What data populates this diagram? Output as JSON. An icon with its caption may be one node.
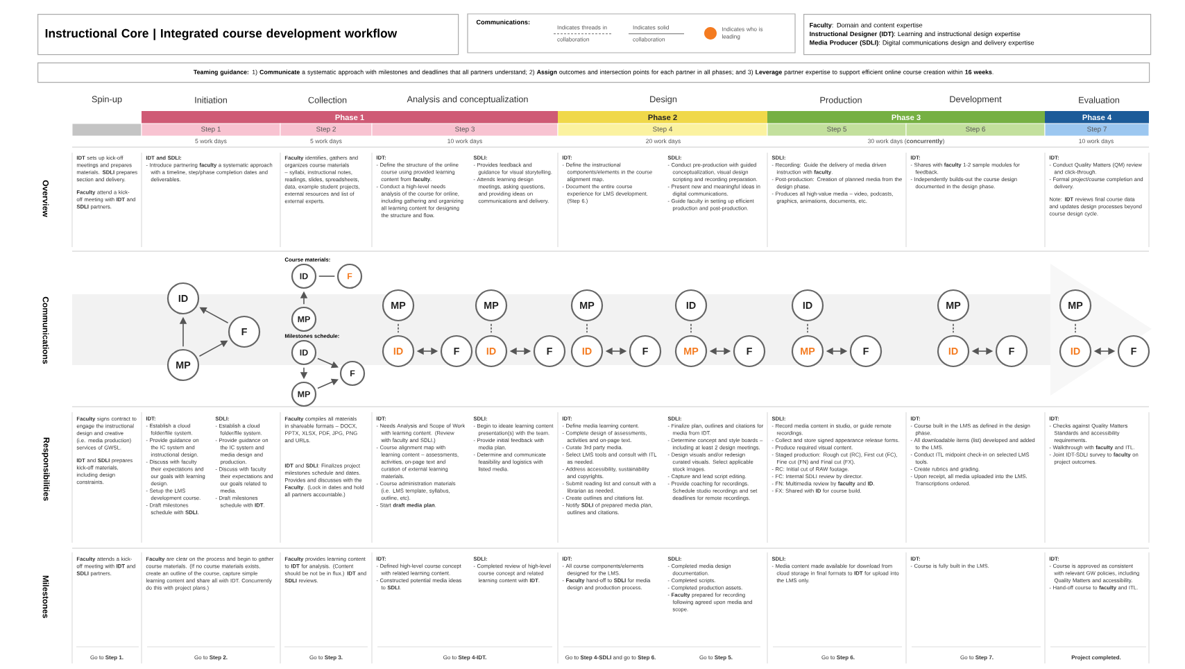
{
  "diagram": {
    "title": "Instructional Core | Integrated course development workflow",
    "nodes": [
      {
        "text": [
          "**Faculty**: Domain and content expertise",
          "**Instructional Designer (IDT)**: Learning and instructional design expertise",
          "**Media Producer (SDLI)**: Digital communications design and delivery expertise"
        ]
      },
      {
        "text": [
          "**Teaming guidance:** 1) **Communicate** a systematic approach with milestones and deadlines that all partners understand; 2) **Assign** outcomes and intersection points for each partner in all phases; and 3) **Leverage** partner expertise to support efficient online course creation within **16 weeks**."
        ]
      },
      {
        "text": [
          "Phase 1"
        ]
      },
      {
        "text": [
          "Phase 2"
        ]
      },
      {
        "text": [
          "Phase 3"
        ]
      },
      {
        "text": [
          "Phase 4"
        ]
      },
      {
        "text": [],
        "shape": "bar"
      },
      {
        "text": [
          "Step 1"
        ]
      },
      {
        "text": [
          "Step 2"
        ]
      },
      {
        "text": [
          "Step 3"
        ]
      },
      {
        "text": [
          "Step 4"
        ]
      },
      {
        "text": [
          "Step 5"
        ]
      },
      {
        "text": [
          "Step 6"
        ]
      },
      {
        "text": [
          "Step 7"
        ]
      },
      {
        "text": [
          "ID"
        ]
      },
      {
        "text": [
          "F"
        ]
      },
      {
        "text": [
          "MP"
        ]
      },
      {
        "text": [
          "ID"
        ]
      },
      {
        "text": [
          "F"
        ]
      },
      {
        "text": [
          "MP"
        ]
      },
      {
        "text": [
          "ID"
        ]
      },
      {
        "text": [
          "F"
        ]
      },
      {
        "text": [
          "MP"
        ]
      },
      {
        "text": [
          "MP"
        ]
      },
      {
        "text": [
          "MP"
        ]
      },
      {
        "text": [
          "MP"
        ]
      },
      {
        "text": [
          "ID"
        ]
      },
      {
        "text": [
          "ID"
        ]
      },
      {
        "text": [
          "MP"
        ]
      },
      {
        "text": [
          "MP"
        ]
      },
      {
        "text": [
          "ID"
        ]
      },
      {
        "text": [
          "F"
        ]
      },
      {
        "text": [
          "ID"
        ]
      },
      {
        "text": [
          "F"
        ]
      },
      {
        "text": [
          "ID"
        ]
      },
      {
        "text": [
          "F"
        ]
      },
      {
        "text": [
          "MP"
        ]
      },
      {
        "text": [
          "F"
        ]
      },
      {
        "text": [
          "MP"
        ]
      },
      {
        "text": [
          "F"
        ]
      },
      {
        "text": [
          "ID"
        ]
      },
      {
        "text": [
          "F"
        ]
      },
      {
        "text": [
          "ID"
        ]
      },
      {
        "text": [
          "F"
        ]
      }
    ],
    "edges": [
      {
        "from": 15,
        "to": 14,
        "arrow": "to"
      },
      {
        "from": 16,
        "to": 15,
        "arrow": "to"
      },
      {
        "from": 16,
        "to": 14,
        "arrow": "to"
      },
      {
        "from": 17,
        "to": 18,
        "arrow": "none"
      },
      {
        "from": 19,
        "to": 17,
        "arrow": "to"
      },
      {
        "from": 20,
        "to": 21,
        "arrow": "to"
      },
      {
        "from": 22,
        "to": 21,
        "arrow": "to"
      },
      {
        "from": 20,
        "to": 22,
        "arrow": "to"
      },
      {
        "from": 23,
        "to": 30,
        "arrow": "none",
        "style": "dashed"
      },
      {
        "from": 24,
        "to": 32,
        "arrow": "none",
        "style": "dashed"
      },
      {
        "from": 25,
        "to": 34,
        "arrow": "none",
        "style": "dashed"
      },
      {
        "from": 26,
        "to": 36,
        "arrow": "none",
        "style": "dashed"
      },
      {
        "from": 27,
        "to": 38,
        "arrow": "none",
        "style": "dashed"
      },
      {
        "from": 28,
        "to": 40,
        "arrow": "none",
        "style": "dashed"
      },
      {
        "from": 29,
        "to": 42,
        "arrow": "none",
        "style": "dashed"
      },
      {
        "from": 30,
        "to": 31,
        "arrow": "both"
      },
      {
        "from": 32,
        "to": 33,
        "arrow": "both"
      },
      {
        "from": 34,
        "to": 35,
        "arrow": "both"
      },
      {
        "from": 36,
        "to": 37,
        "arrow": "both"
      },
      {
        "from": 38,
        "to": 39,
        "arrow": "both"
      },
      {
        "from": 40,
        "to": 41,
        "arrow": "both"
      },
      {
        "from": 42,
        "to": 43,
        "arrow": "both"
      }
    ],
    "labels": [
      "Communications:",
      "Spin-up",
      "Initiation",
      "Collection",
      "Analysis and conceptualization",
      "Design",
      "Production",
      "Development",
      "Evaluation",
      "5 work days",
      "5 work days",
      "10 work days",
      "20 work days",
      "30 work days (**concurrently**)",
      "10 work days",
      "Overview",
      "**IDT** sets up kick-off meetings and prepares materials. **SDLI** prepares section and delivery.",
      "**Faculty** attend a kick-off meeting with **IDT** and **SDLI** partners.",
      "IDT and SDLI:",
      "- Introduce partnering **faculty** a systematic approach with a timeline, step/phase completion dates and deliverables.",
      "**Faculty** identifies, gathers and organizes course materials – syllabi, instructional notes, readings, slides, spreadsheets, data, example student projects, external resources and list of external experts.",
      "IDT:",
      "- Define the structure of the online course using provided learning content from **faculty**.",
      "- Conduct a high-level needs analysis of the course for online, including gathering and organizing all learning content for designing the structure and flow.",
      "SDLI:",
      "- Provides feedback and guidance for visual storytelling.",
      "- Attends learning design meetings, asking questions, and providing ideas on communications and delivery.",
      "IDT:",
      "- Define the instructional components/elements in the course alignment map.",
      "- Document the entire course experience for LMS development. (Step 6.)",
      "SDLI:",
      "- Conduct pre-production with guided conceptualization, visual design scripting and recording preparation.",
      "- Present new and meaningful ideas in digital communications.",
      "- Guide faculty in setting up efficient production and post-production.",
      "SDLI:",
      "- Recording: Guide the delivery of media driven instruction with **faculty**.",
      "- Post-production: Creation of planned media from the design phase.",
      "- Produces all high-value media – video, podcasts, graphics, animations, documents, etc.",
      "IDT:",
      "- Shares with **faculty** 1-2 sample modules for feedback.",
      "- Independently builds-out the course design documented in the design phase.",
      "IDT:",
      "- Conduct Quality Matters (QM) review and click-through.",
      "- Formal project/course completion and delivery.",
      "Note: **IDT** reviews final course data and updates design processes beyond course design cycle.",
      "Communications",
      "Course materials:",
      "Milestones schedule:",
      "Responsibilities",
      "**Faculty** signs contract to engage the instructional design and creative (i.e. media production) services of GWSL.",
      "**IDT** and **SDLI** prepares kick-off materials, including design constraints.",
      "IDT:",
      "- Establish a cloud folder/file system.",
      "- Provide guidance on the IC system and instructional design.",
      "- Discuss with faculty their expectations and our goals with learning design.",
      "- Setup the LMS development course.",
      "- Draft milestones schedule with **SDLI**.",
      "SDLI:",
      "- Establish a cloud folder/file system.",
      "- Provide guidance on the IC system and media design and production.",
      "- Discuss with faculty their expectations and our goals related to media.",
      "- Draft milestones schedule with **IDT**.",
      "**Faculty** compiles all materials in shareable formats – DOCX, PPTX, XLSX, PDF, JPG, PNG and URLs.",
      "**IDT** and **SDLI**: Finalizes project milestones schedule and dates. Provides and discusses with the **Faculty**. (Lock in dates and hold all partners accountable.)",
      "IDT:",
      "- Needs Analysis and Scope of Work with learning content. (Review with faculty and SDLI.)",
      "- Course alignment map with learning content – assessments, activities, on-page text and curation of external learning materials.",
      "- Course administration materials (i.e. LMS template, syllabus, outline, etc).",
      "- Start **draft media plan**.",
      "SDLI:",
      "- Begin to ideate learning content presentation(s) with the team.",
      "- Provide initial feedback with media plan.",
      "- Determine and communicate feasibility and logistics with listed media.",
      "IDT:",
      "- Define media learning content.",
      "- Complete design of assessments, activities and on-page text.",
      "- Curate 3rd party media.",
      "- Select LMS tools and consult with ITL as needed.",
      "- Address accessibility, sustainability and copyrights.",
      "- Submit reading list and consult with a librarian as needed.",
      "- Create outlines and citations list.",
      "- Notify **SDLI** of prepared media plan, outlines and citations.",
      "SDLI:",
      "- Finalize plan, outlines and citations for media from IDT.",
      "- Determine concept and style boards – including at least 2 design meetings.",
      "- Design visuals and/or redesign curated visuals. Select applicable stock images.",
      "- Capture and lead script editing.",
      "- Provide coaching for recordings. Schedule studio recordings and set deadlines for remote recordings.",
      "SDLI:",
      "- Record media content in studio, or guide remote recordings.",
      "- Collect and store signed appearance release forms.",
      "- Produce required visual content.",
      "- Staged production: Rough cut (RC), First cut (FC), Fine cut (FN) and Final cut (FX).",
      "- RC: Initial cut of RAW footage.",
      "- FC: Internal SDLI review by director.",
      "- FN: Multimedia review by **faculty** and **ID**.",
      "- FX: Shared with **ID** for course build.",
      "IDT:",
      "- Course built in the LMS as defined in the design phase.",
      "- All downloadable items (list) developed and added to the LMS.",
      "- Conduct ITL midpoint check-in on selected LMS tools.",
      "- Create rubrics and grading.",
      "- Upon receipt, all media uploaded into the LMS. Transcriptions ordered.",
      "IDT:",
      "- Checks against Quality Matters Standards and accessibility requirements.",
      "- Walkthrough with **faculty** and ITL.",
      "- Joint IDT-SDLI survey to **faculty** on project outcomes.",
      "Milestones",
      "**Faculty** attends a kick-off meeting with **IDT** and **SDLI** partners.",
      "**Faculty** are clear on the process and begin to gather course materials. (If no course materials exists, create an outline of the course, capture simple learning content and share all with IDT. Concurrently do this with project plans.)",
      "**Faculty** provides learning content to **IDT** for analysis. (Content should be not be in flux.) **IDT** and **SDLI** reviews.",
      "IDT:",
      "- Defined high-level course concept with related learning content.",
      "- Constructed potential media ideas to **SDLI**.",
      "SDLI:",
      "- Completed review of high-level course concept and related learning content with **IDT**.",
      "IDT:",
      "- All course components/elements designed for the LMS.",
      "- **Faculty** hand-off to **SDLI** for media design and production process.",
      "SDLI:",
      "- Completed media design documentation.",
      "- Completed scripts.",
      "- Completed production assets.",
      "- **Faculty** prepared for recording following agreed upon media and scope.",
      "SDLI:",
      "- Media content made available for download from cloud storage in final formats to **IDT** for upload into the LMS only.",
      "IDT:",
      "- Course is fully built in the LMS.",
      "IDT:",
      "- Course is approved as consistent with relevant GW policies, including Quality Matters and accessibility.",
      "- Hand-off course to **faculty** and ITL.",
      "Go to **Step 1.**",
      "Go to **Step 2.**",
      "Go to **Step 3.**",
      "Go to **Step 4-IDT.**",
      "Go to **Step 4-SDLI** and go to **Step 6.**",
      "Go to **Step 5.**",
      "Go to **Step 6.**",
      "Go to **Step 7.**",
      "Project completed."
    ],
    "legend": [
      {
        "text": "Indicates threads in collaboration"
      },
      {
        "text": "Indicates solid collaboration"
      },
      {
        "text": "Indicates who is leading",
        "color": "#f47b20"
      }
    ]
  }
}
